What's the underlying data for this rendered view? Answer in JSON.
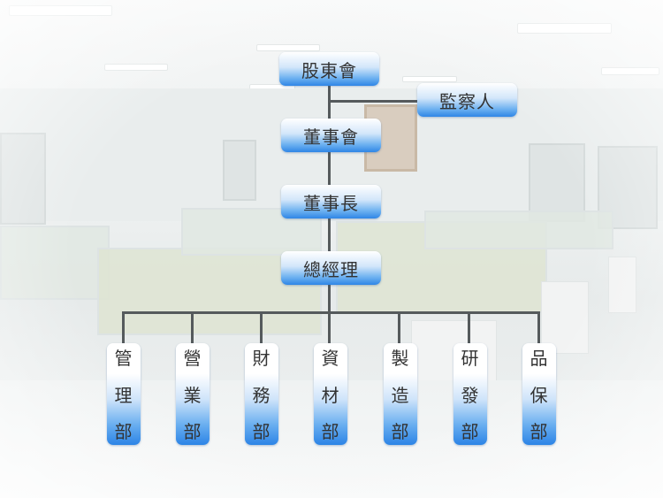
{
  "org_chart": {
    "shareholders": "股東會",
    "supervisor": "監察人",
    "board": "董事會",
    "chairman": "董事長",
    "general_manager": "總經理",
    "departments": [
      {
        "chars": [
          "管",
          "理",
          "部"
        ]
      },
      {
        "chars": [
          "營",
          "業",
          "部"
        ]
      },
      {
        "chars": [
          "財",
          "務",
          "部"
        ]
      },
      {
        "chars": [
          "資",
          "材",
          "部"
        ]
      },
      {
        "chars": [
          "製",
          "造",
          "部"
        ]
      },
      {
        "chars": [
          "研",
          "發",
          "部"
        ]
      },
      {
        "chars": [
          "品",
          "保",
          "部"
        ]
      }
    ]
  },
  "colors": {
    "box_top": "#ffffff",
    "box_bottom": "#2f86e6",
    "connector": "#555a5c",
    "text": "#333333"
  }
}
